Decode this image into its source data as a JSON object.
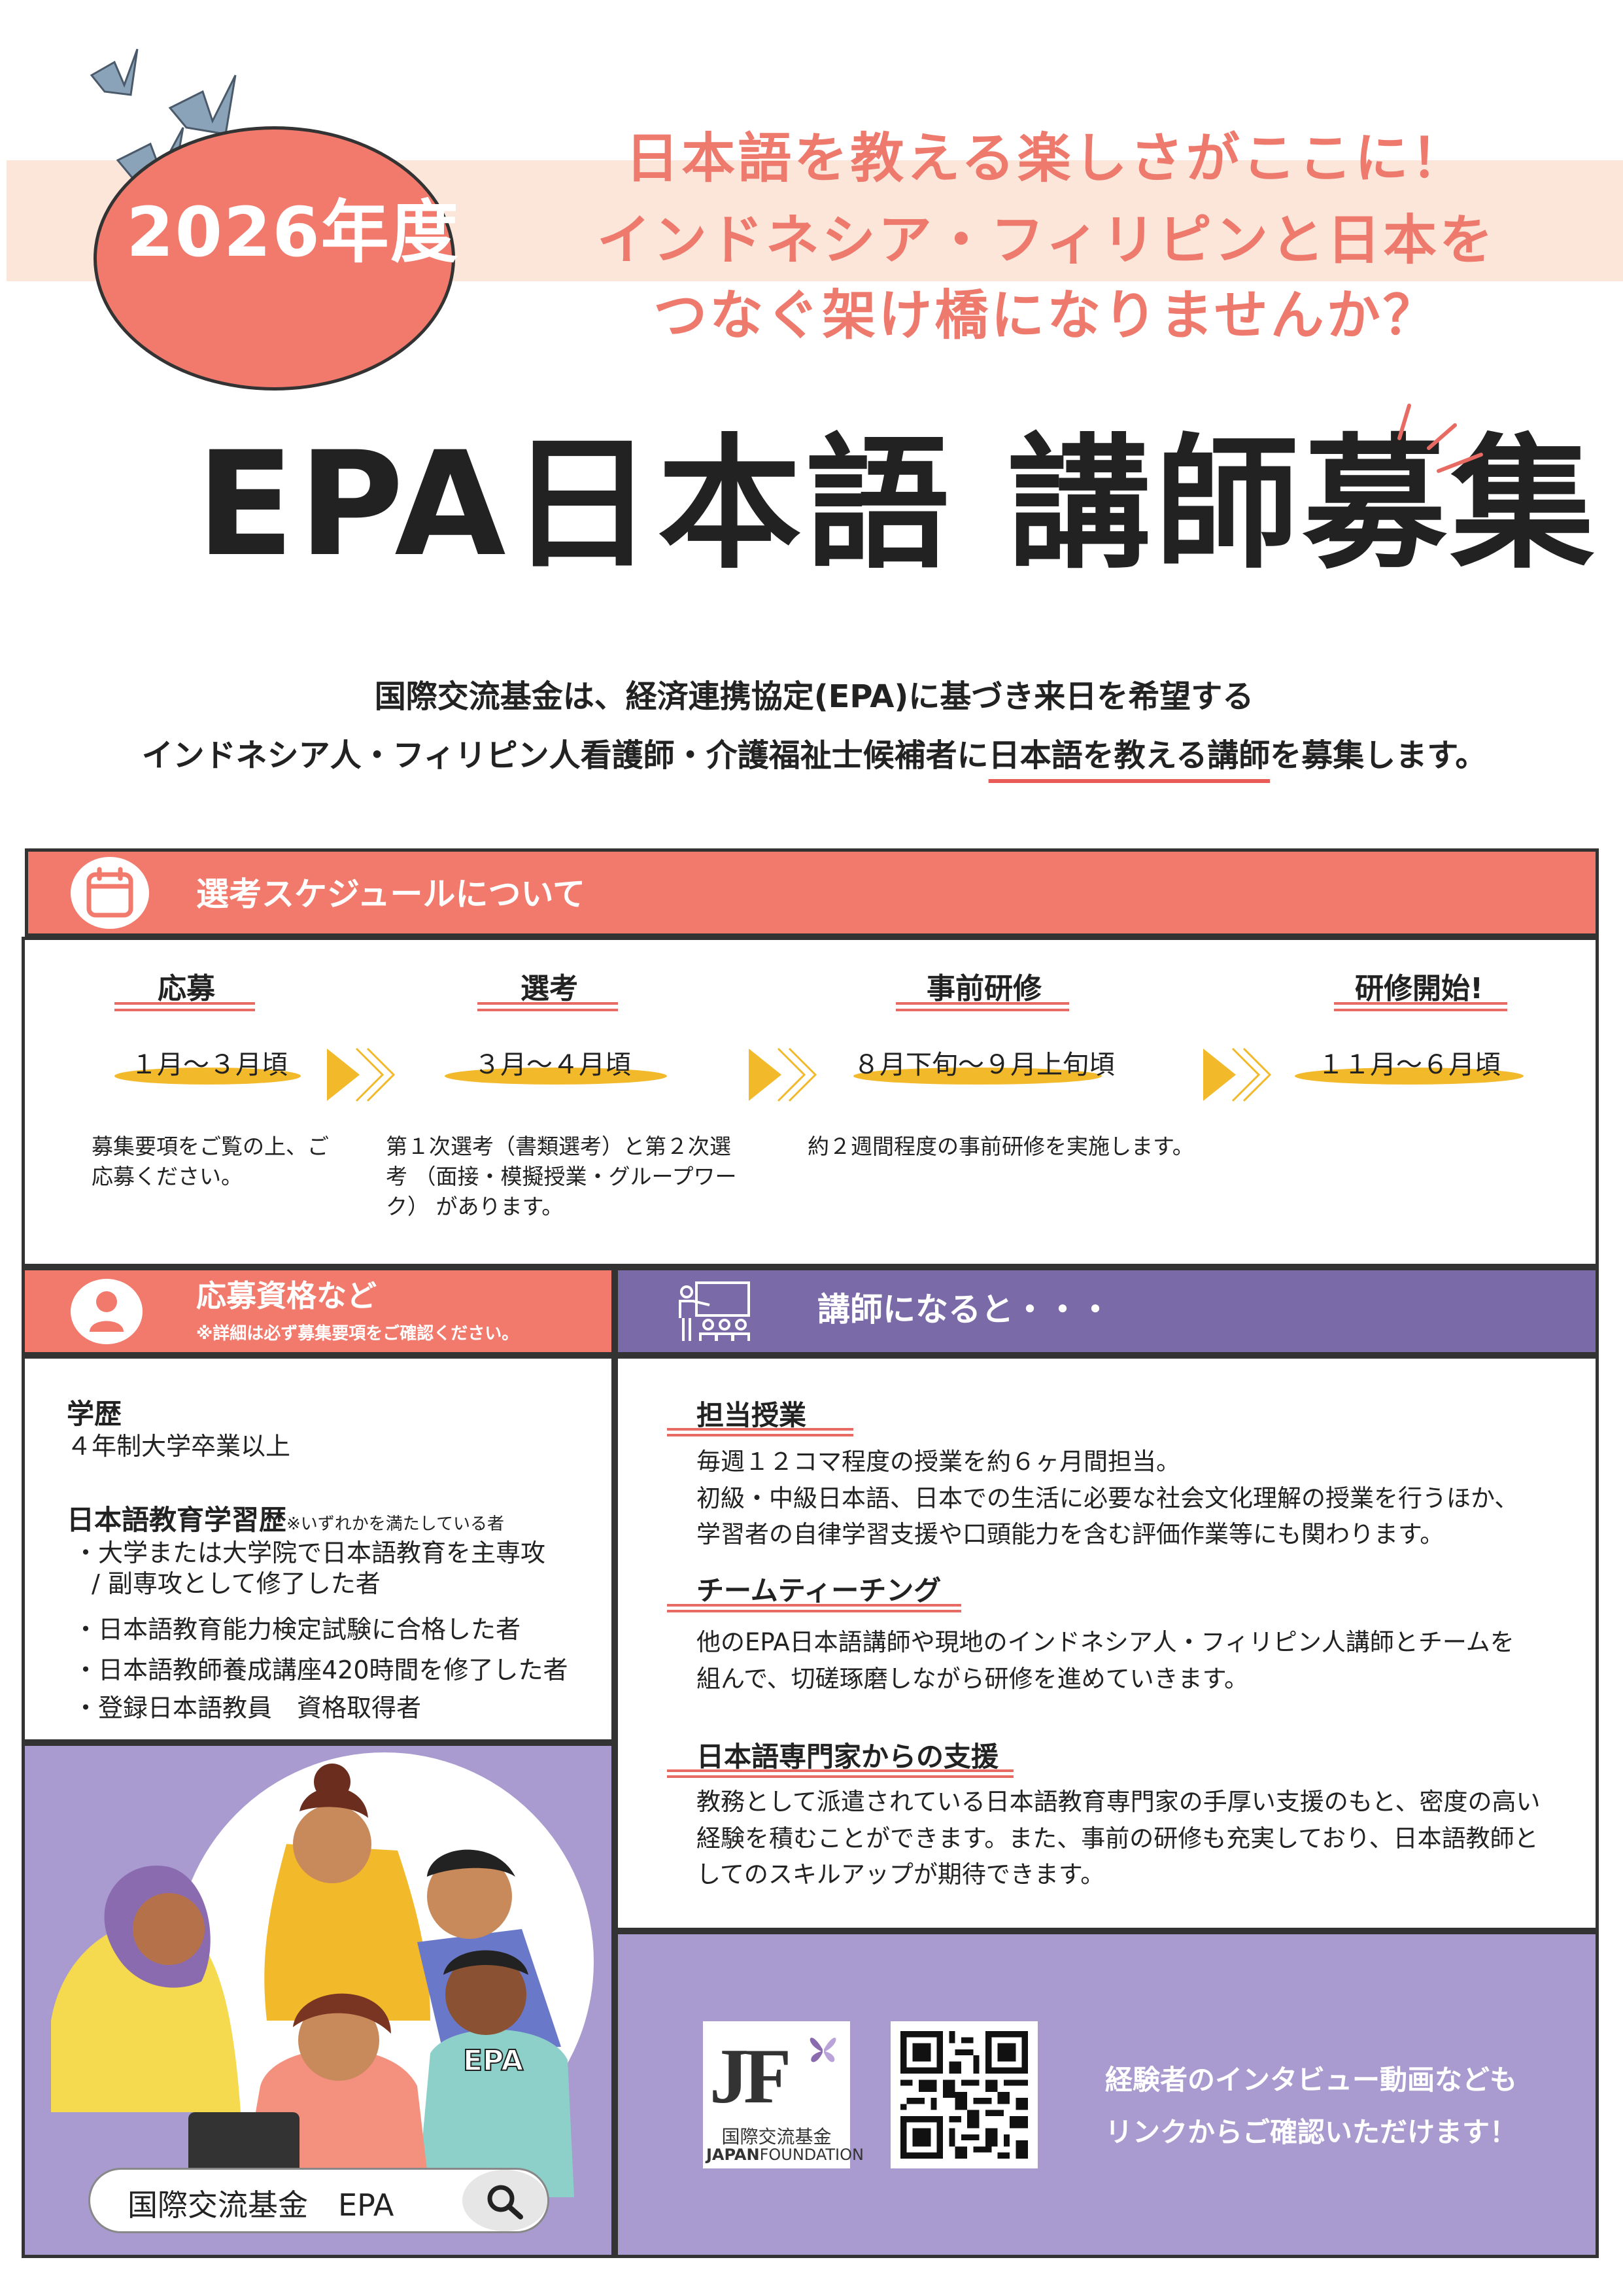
{
  "header": {
    "year": "2026年度",
    "catch_lines": [
      "日本語を教える楽しさがここに！",
      "インドネシア・フィリピンと日本を",
      "つなぐ架け橋になりませんか？"
    ],
    "title": "EPA日本語 講師募集"
  },
  "intro": {
    "line1": "国際交流基金は、経済連携協定(EPA)に基づき来日を希望する",
    "line2_pre": "インドネシア人・フィリピン人看護師・介護福祉士候補者に",
    "line2_highlight": "日本語を教える講師",
    "line2_post": "を募集します。"
  },
  "schedule": {
    "title": "選考スケジュールについて",
    "steps": [
      {
        "label": "応募",
        "date": "１月～３月頃",
        "desc": "募集要項をご覧の上、ご応募ください。"
      },
      {
        "label": "選考",
        "date": "３月～４月頃",
        "desc": "第１次選考（書類選考）と第２次選考 （面接・模擬授業・グループワーク） があります。"
      },
      {
        "label": "事前研修",
        "date": "８月下旬～９月上旬頃",
        "desc": "約２週間程度の事前研修を実施します。"
      },
      {
        "label": "研修開始!",
        "date": "１１月～６月頃",
        "desc": ""
      }
    ]
  },
  "eligibility": {
    "title": "応募資格など",
    "note": "※詳細は必ず募集要項をご確認ください。",
    "education_head": "学歴",
    "education_value": "４年制大学卒業以上",
    "jp_head": "日本語教育学習歴",
    "jp_note": "※いずれかを満たしている者",
    "items": [
      "・大学または大学院で日本語教育を主専攻",
      "/ 副専攻として修了した者",
      "・日本語教育能力検定試験に合格した者",
      "・日本語教師養成講座420時間を修了した者",
      "・登録日本語教員　資格取得者"
    ]
  },
  "teacher": {
    "title": "講師になると・・・",
    "sections": [
      {
        "head": "担当授業",
        "lines": [
          "毎週１２コマ程度の授業を約６ヶ月間担当。",
          "初級・中級日本語、日本での生活に必要な社会文化理解の授業を行うほか、",
          "学習者の自律学習支援や口頭能力を含む評価作業等にも関わります。"
        ]
      },
      {
        "head": "チームティーチング",
        "lines": [
          "他のEPA日本語講師や現地のインドネシア人・フィリピン人講師とチームを",
          "組んで、切磋琢磨しながら研修を進めていきます。"
        ]
      },
      {
        "head": "日本語専門家からの支援",
        "lines": [
          "教務として派遣されている日本語教育専門家の手厚い支援のもと、密度の高い",
          "経験を積むことができます。また、事前の研修も充実しており、日本語教師と",
          "してのスキルアップが期待できます。"
        ]
      }
    ]
  },
  "footer": {
    "search_text": "国際交流基金　EPA",
    "tshirt_text": "EPA",
    "logo_mark": "JF",
    "logo_jp": "国際交流基金",
    "logo_en_bold": "JAPAN",
    "logo_en": "FOUNDATION",
    "cta_line1": "経験者のインタビュー動画なども",
    "cta_line2": "リンクからご確認いただけます！"
  },
  "colors": {
    "coral": "#f27a6d",
    "purple": "#7a6aa8",
    "light_purple": "#a99bcf",
    "gold": "#f2b92b",
    "peach": "#fbe6d9"
  }
}
